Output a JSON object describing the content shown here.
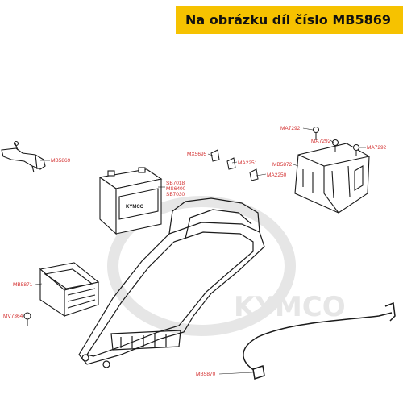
{
  "banner": {
    "text": "Na obrázku díl číslo MB5869",
    "color": "#f6c200"
  },
  "colors": {
    "label": "#d32f2f",
    "line": "#1a1a1a",
    "watermark": "#e6e6e6"
  },
  "watermark_text": "KYMCO",
  "parts": [
    {
      "id": "MB5869"
    },
    {
      "id": "SB7018"
    },
    {
      "id": "MS6400"
    },
    {
      "id": "SB7030"
    },
    {
      "id": "MA7292"
    },
    {
      "id": "MA7292"
    },
    {
      "id": "MA7292"
    },
    {
      "id": "MX5695"
    },
    {
      "id": "MA2251"
    },
    {
      "id": "MB5872"
    },
    {
      "id": "MA2250"
    },
    {
      "id": "MB5871"
    },
    {
      "id": "MV7364"
    },
    {
      "id": "MB5870"
    }
  ]
}
